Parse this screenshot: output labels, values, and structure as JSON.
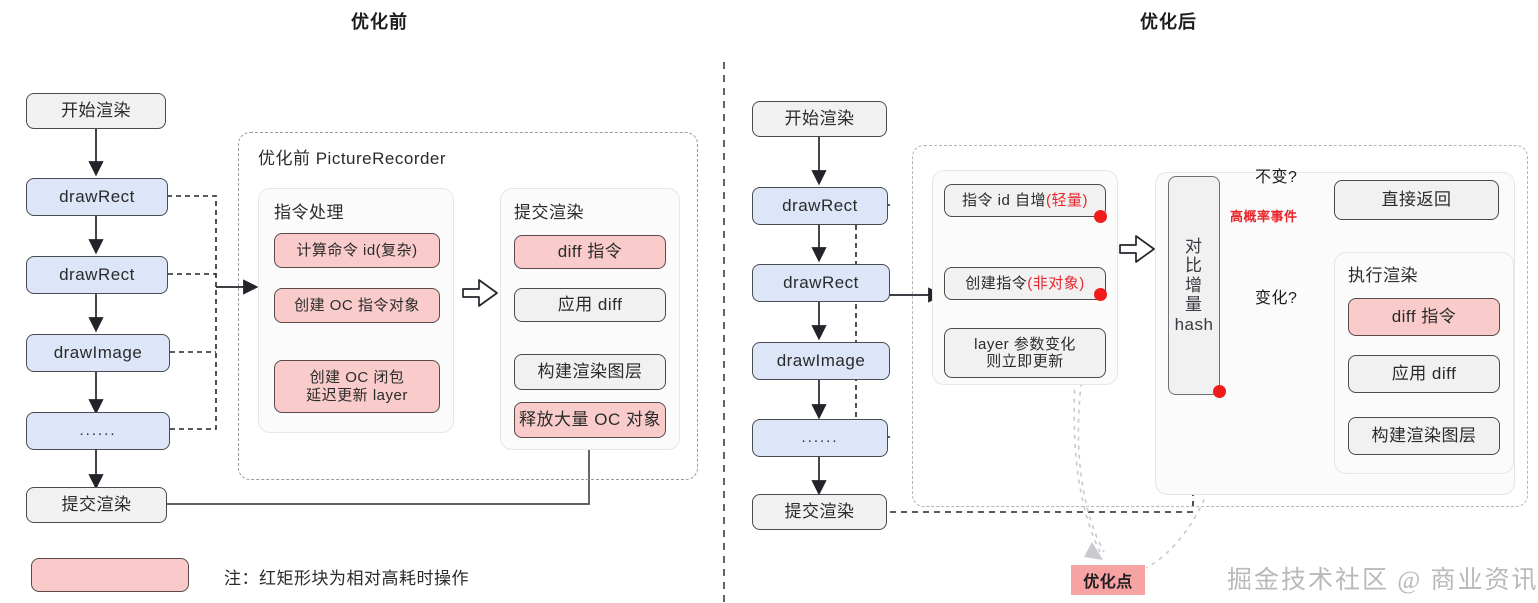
{
  "sections": {
    "before": {
      "title": "优化前"
    },
    "after": {
      "title": "优化后"
    }
  },
  "before": {
    "flow": [
      {
        "label": "开始渲染",
        "style": "grey"
      },
      {
        "label": "drawRect",
        "style": "blue"
      },
      {
        "label": "drawRect",
        "style": "blue"
      },
      {
        "label": "drawImage",
        "style": "blue"
      },
      {
        "label": "......",
        "style": "blue"
      },
      {
        "label": "提交渲染",
        "style": "grey"
      }
    ],
    "group_title": "优化前 PictureRecorder",
    "panels": [
      {
        "title": "指令处理",
        "items": [
          {
            "label": "计算命令 id(复杂)",
            "style": "pink"
          },
          {
            "label": "创建 OC 指令对象",
            "style": "pink"
          },
          {
            "label": "创建 OC 闭包\n延迟更新 layer",
            "style": "pink"
          }
        ]
      },
      {
        "title": "提交渲染",
        "items": [
          {
            "label": "diff 指令",
            "style": "pink"
          },
          {
            "label": "应用 diff",
            "style": "grey"
          },
          {
            "label": "构建渲染图层",
            "style": "grey"
          },
          {
            "label": "释放大量 OC 对象",
            "style": "pink"
          }
        ]
      }
    ]
  },
  "after": {
    "flow": [
      {
        "label": "开始渲染",
        "style": "grey"
      },
      {
        "label": "drawRect",
        "style": "blue"
      },
      {
        "label": "drawRect",
        "style": "blue"
      },
      {
        "label": "drawImage",
        "style": "blue"
      },
      {
        "label": "......",
        "style": "blue"
      },
      {
        "label": "提交渲染",
        "style": "grey"
      }
    ],
    "instr_panel": {
      "items": [
        {
          "prefix": "指令 id 自增",
          "emphasis": "(轻量)",
          "style": "grey",
          "dot": true
        },
        {
          "prefix": "创建指令",
          "emphasis": "(非对象)",
          "style": "grey",
          "dot": true
        },
        {
          "prefix": "layer 参数变化\n则立即更新",
          "emphasis": "",
          "style": "grey",
          "dot": false
        }
      ]
    },
    "hash_box": {
      "lines": [
        "对",
        "比",
        "增",
        "量"
      ],
      "latin_line": "hash"
    },
    "branches": {
      "unchanged_label": "不变?",
      "unchanged_note": "高概率事件",
      "changed_label": "变化?"
    },
    "direct_return": {
      "label": "直接返回"
    },
    "render_panel": {
      "title": "执行渲染",
      "items": [
        {
          "label": "diff 指令",
          "style": "pink"
        },
        {
          "label": "应用 diff",
          "style": "grey"
        },
        {
          "label": "构建渲染图层",
          "style": "grey"
        }
      ]
    },
    "optimization_tag": "优化点"
  },
  "legend": {
    "note": "注：红矩形块为相对高耗时操作"
  },
  "watermark": "掘金技术社区 @ 商业资讯",
  "colors": {
    "blue_fill": "#dde5f8",
    "pink_fill": "#f9cbcb",
    "grey_fill": "#f1f1f2",
    "stroke": "#4a4a52",
    "accent_red": "#e8272c",
    "hot_dot": "#f01c1c",
    "tag_bg": "#f8a3a3",
    "watermark": "#b9b9bd"
  }
}
